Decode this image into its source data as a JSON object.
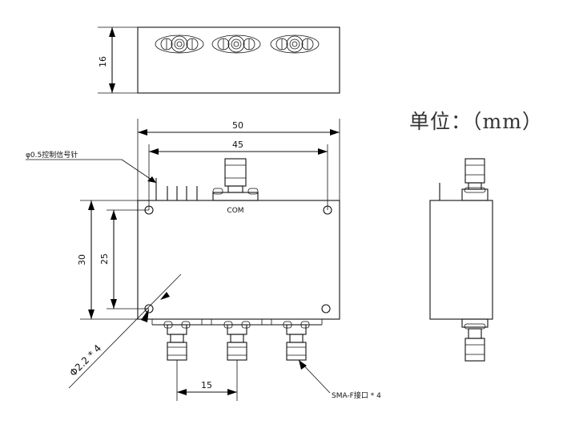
{
  "unit_label": "单位：（mm）",
  "top_view": {
    "height_dim": "16"
  },
  "front_view": {
    "width_outer": "50",
    "width_inner": "45",
    "height_outer": "30",
    "height_inner": "25",
    "port_pitch": "15",
    "com_label": "COM",
    "control_pin_note": "φ0.5控制信号针",
    "hole_note": "Φ2.2 * 4",
    "sma_note": "SMA-F接口 * 4"
  },
  "colors": {
    "line": "#111111",
    "background": "#ffffff"
  }
}
